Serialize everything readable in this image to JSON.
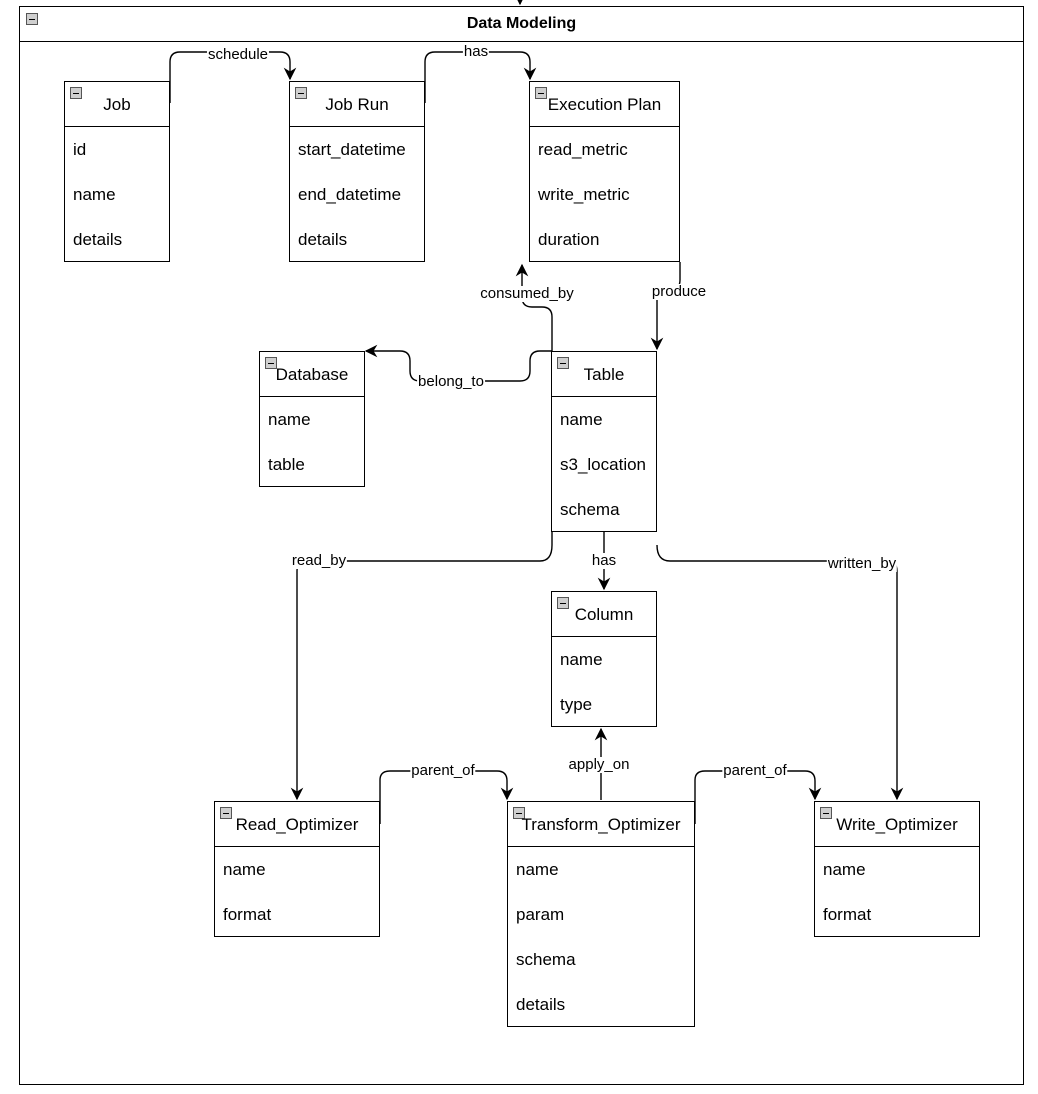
{
  "diagram": {
    "title": "Data Modeling",
    "entities": {
      "job": {
        "title": "Job",
        "attributes": [
          "id",
          "name",
          "details"
        ]
      },
      "job_run": {
        "title": "Job Run",
        "attributes": [
          "start_datetime",
          "end_datetime",
          "details"
        ]
      },
      "execution_plan": {
        "title": "Execution Plan",
        "attributes": [
          "read_metric",
          "write_metric",
          "duration"
        ]
      },
      "database": {
        "title": "Database",
        "attributes": [
          "name",
          "table"
        ]
      },
      "table": {
        "title": "Table",
        "attributes": [
          "name",
          "s3_location",
          "schema"
        ]
      },
      "column": {
        "title": "Column",
        "attributes": [
          "name",
          "type"
        ]
      },
      "read_optimizer": {
        "title": "Read_Optimizer",
        "attributes": [
          "name",
          "format"
        ]
      },
      "transform_optimizer": {
        "title": "Transform_Optimizer",
        "attributes": [
          "name",
          "param",
          "schema",
          "details"
        ]
      },
      "write_optimizer": {
        "title": "Write_Optimizer",
        "attributes": [
          "name",
          "format"
        ]
      }
    },
    "relationships": [
      {
        "from": "Job",
        "to": "Job Run",
        "label": "schedule"
      },
      {
        "from": "Job Run",
        "to": "Execution Plan",
        "label": "has"
      },
      {
        "from": "Table",
        "to": "Execution Plan",
        "label": "consumed_by"
      },
      {
        "from": "Execution Plan",
        "to": "Table",
        "label": "produce"
      },
      {
        "from": "Table",
        "to": "Database",
        "label": "belong_to"
      },
      {
        "from": "Table",
        "to": "Column",
        "label": "has"
      },
      {
        "from": "Table",
        "to": "Read_Optimizer",
        "label": "read_by"
      },
      {
        "from": "Table",
        "to": "Write_Optimizer",
        "label": "written_by"
      },
      {
        "from": "Transform_Optimizer",
        "to": "Column",
        "label": "apply_on"
      },
      {
        "from": "Read_Optimizer",
        "to": "Transform_Optimizer",
        "label": "parent_of"
      },
      {
        "from": "Transform_Optimizer",
        "to": "Write_Optimizer",
        "label": "parent_of"
      }
    ]
  }
}
